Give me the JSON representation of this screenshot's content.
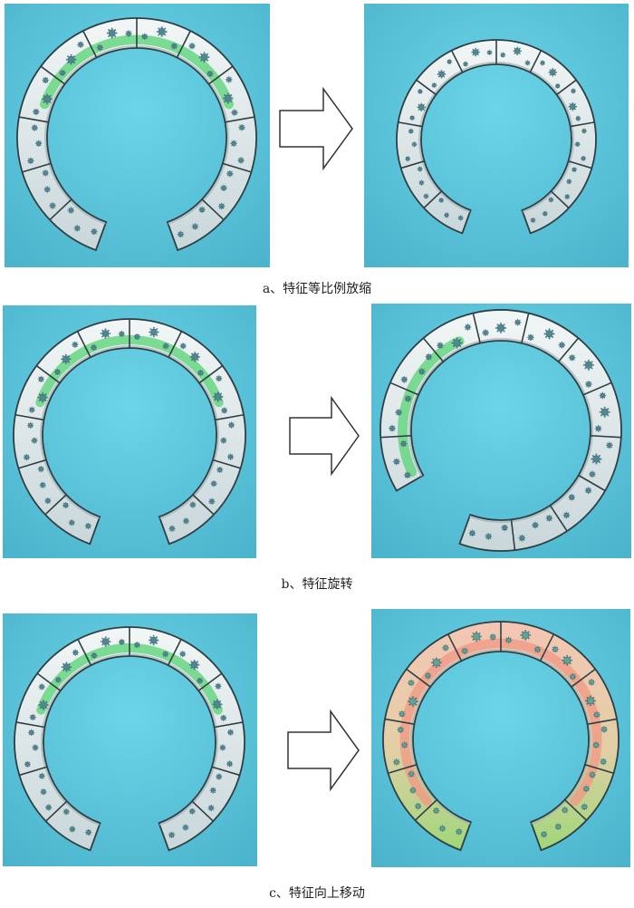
{
  "captions": {
    "a": "a、特征等比例放缩",
    "b": "b、特征旋转",
    "c": "c、特征向上移动"
  },
  "colors": {
    "background": "#5ec7dc",
    "ring": "#e6eeef",
    "highlight_green": "#5fd47a",
    "highlight_red": "#f09a86",
    "tint_green": "#b7df8e"
  }
}
